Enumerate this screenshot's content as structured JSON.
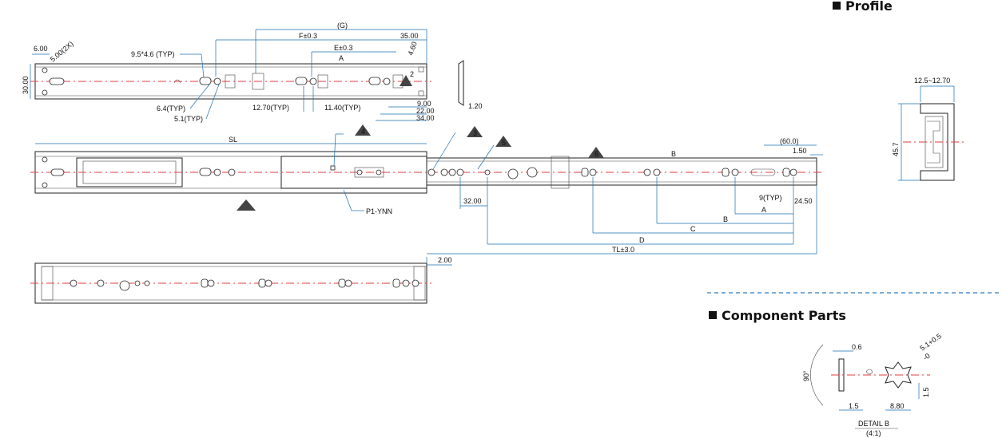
{
  "sections": {
    "profile": "Profile",
    "component_parts": "Component Parts"
  },
  "top_view": {
    "G": "(G)",
    "F": "F±0.3",
    "E": "E±0.3",
    "A": "A",
    "d35": "35.00",
    "d460": "4.60",
    "d600": "6.00",
    "d500": "5.00(2X)",
    "slot": "9.5*4.6 (TYP)",
    "d3000": "30.00",
    "d64": "6.4(TYP)",
    "d51": "5.1(TYP)",
    "d1270": "12.70(TYP)",
    "d1140": "11.40(TYP)",
    "d900": "9.00",
    "d2200": "22.00",
    "d3400": "34.00",
    "d120": "1.20",
    "marker2": "2"
  },
  "main_view": {
    "SL": "SL",
    "marker4": "4",
    "marker3": "3",
    "marker5": "5",
    "marker6": "6",
    "B": "B",
    "d600p": "(60.0)",
    "d150": "1.50",
    "d9typ": "9(TYP)",
    "d2450": "24.50",
    "d3200": "32.00",
    "A": "A",
    "Bb": "B",
    "C": "C",
    "D": "D",
    "TL": "TL±3.0",
    "part": "P1-YNN"
  },
  "bottom_view": {
    "d200": "2.00"
  },
  "profile_view": {
    "width": "12.5~12.70",
    "height": "45.7"
  },
  "detail": {
    "d06": "0.6",
    "d90": "90°",
    "d15a": "1.5",
    "d15b": "1.5",
    "d880": "8.80",
    "hole": "5.1+0.5",
    "hole_tol": "-0",
    "title": "DETAIL B",
    "scale": "(4:1)"
  }
}
